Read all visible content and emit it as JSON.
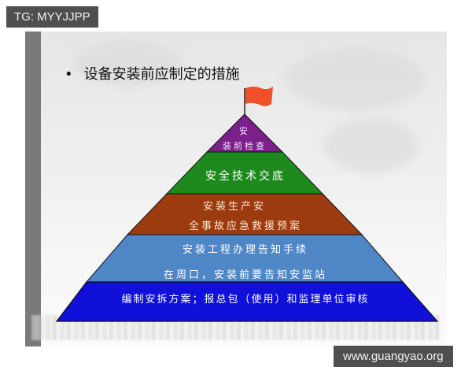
{
  "watermarks": {
    "top_left": "TG: MYYJJPP",
    "bottom_right": "www.guangyao.org"
  },
  "slide": {
    "title_bullet": "•",
    "title": "设备安装前应制定的措施",
    "flag_color": "#f0502a",
    "pyramid": {
      "layers": [
        {
          "lines": [
            "安",
            "装前检查"
          ],
          "color": "#7b1f8a",
          "text_color": "#f4e8ff"
        },
        {
          "lines": [
            "安全技术交底"
          ],
          "color": "#1e8a1e",
          "text_color": "#ffffff"
        },
        {
          "lines": [
            "安装生产安",
            "全事故应急救援预案"
          ],
          "color": "#9c3a10",
          "text_color": "#ffe7c8"
        },
        {
          "lines": [
            "安装工程办理告知手续",
            "在周口，安装前要告知安监站"
          ],
          "color": "#4f86c6",
          "text_color": "#ffffff"
        },
        {
          "lines": [
            "编制安拆方案；报总包（使用）和监理单位审核"
          ],
          "color": "#1010d8",
          "text_color": "#ffffff"
        }
      ]
    }
  }
}
